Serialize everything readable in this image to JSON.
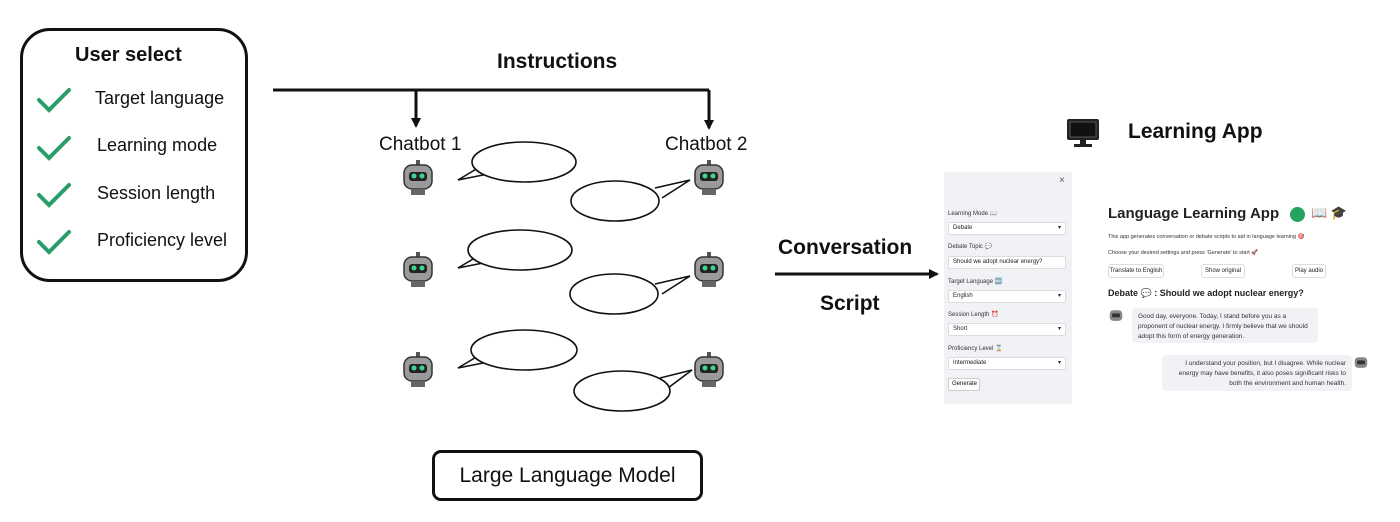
{
  "user_select": {
    "title": "User select",
    "options": [
      "Target language",
      "Learning mode",
      "Session length",
      "Proficiency level"
    ]
  },
  "instructions_label": "Instructions",
  "chatbot1_label": "Chatbot 1",
  "chatbot2_label": "Chatbot 2",
  "llm_label": "Large Language Model",
  "conversation_label": "Conversation",
  "script_label": "Script",
  "app_label": "Learning App",
  "colors": {
    "check": "#2a9d6a",
    "line": "#111111"
  },
  "app": {
    "close": "×",
    "sidebar": {
      "learning_mode_label": "Learning Mode 📖",
      "learning_mode_value": "Debate",
      "topic_label": "Debate Topic 💬",
      "topic_value": "Should we adopt nuclear energy?",
      "target_label": "Target Language 🔤",
      "target_value": "English",
      "session_label": "Session Length ⏰",
      "session_value": "Short",
      "proficiency_label": "Proficiency Level ⌛",
      "proficiency_value": "Intermediate",
      "generate": "Generate"
    },
    "main": {
      "title": "Language Learning App",
      "title_icons": "📖 🎓",
      "desc1": "This app generates conversation or debate scripts to aid in language learning 🎯",
      "desc2": "Choose your desired settings and press 'Generate' to start 🚀",
      "btn_translate": "Translate to English",
      "btn_original": "Show original",
      "btn_audio": "Play audio",
      "topic": "Debate 💬 : Should we adopt nuclear energy?",
      "msg1": "Good day, everyone. Today, I stand before you as a proponent of nuclear energy. I firmly believe that we should adopt this form of energy generation.",
      "msg2": "I understand your position, but I disagree. While nuclear energy may have benefits, it also poses significant risks to both the environment and human health."
    }
  }
}
